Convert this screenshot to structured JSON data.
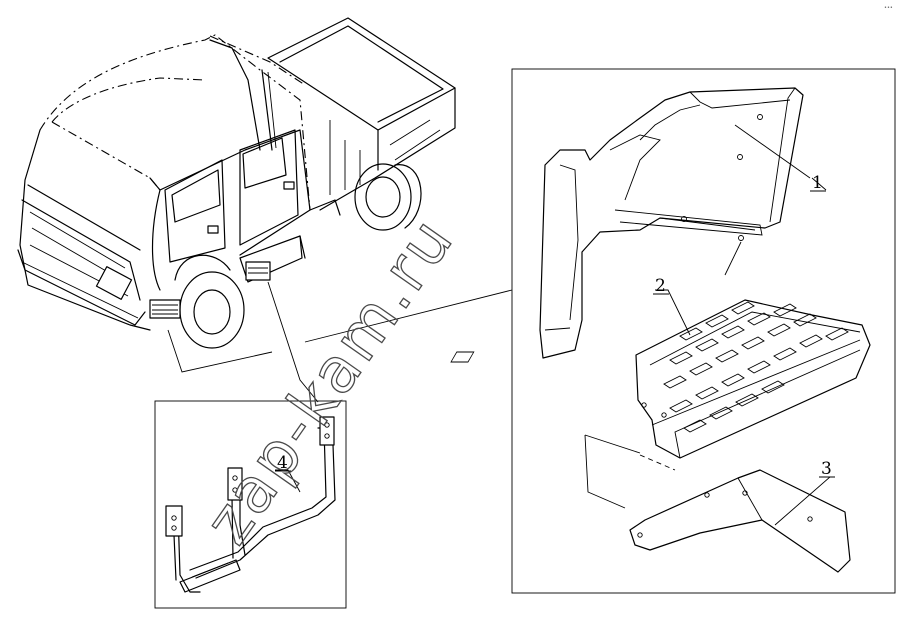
{
  "diagram": {
    "callouts": {
      "part_1": "1",
      "part_2": "2",
      "part_3": "3",
      "part_4": "4"
    },
    "watermark": "zap-kam.ru",
    "corner_mark": "•••"
  }
}
